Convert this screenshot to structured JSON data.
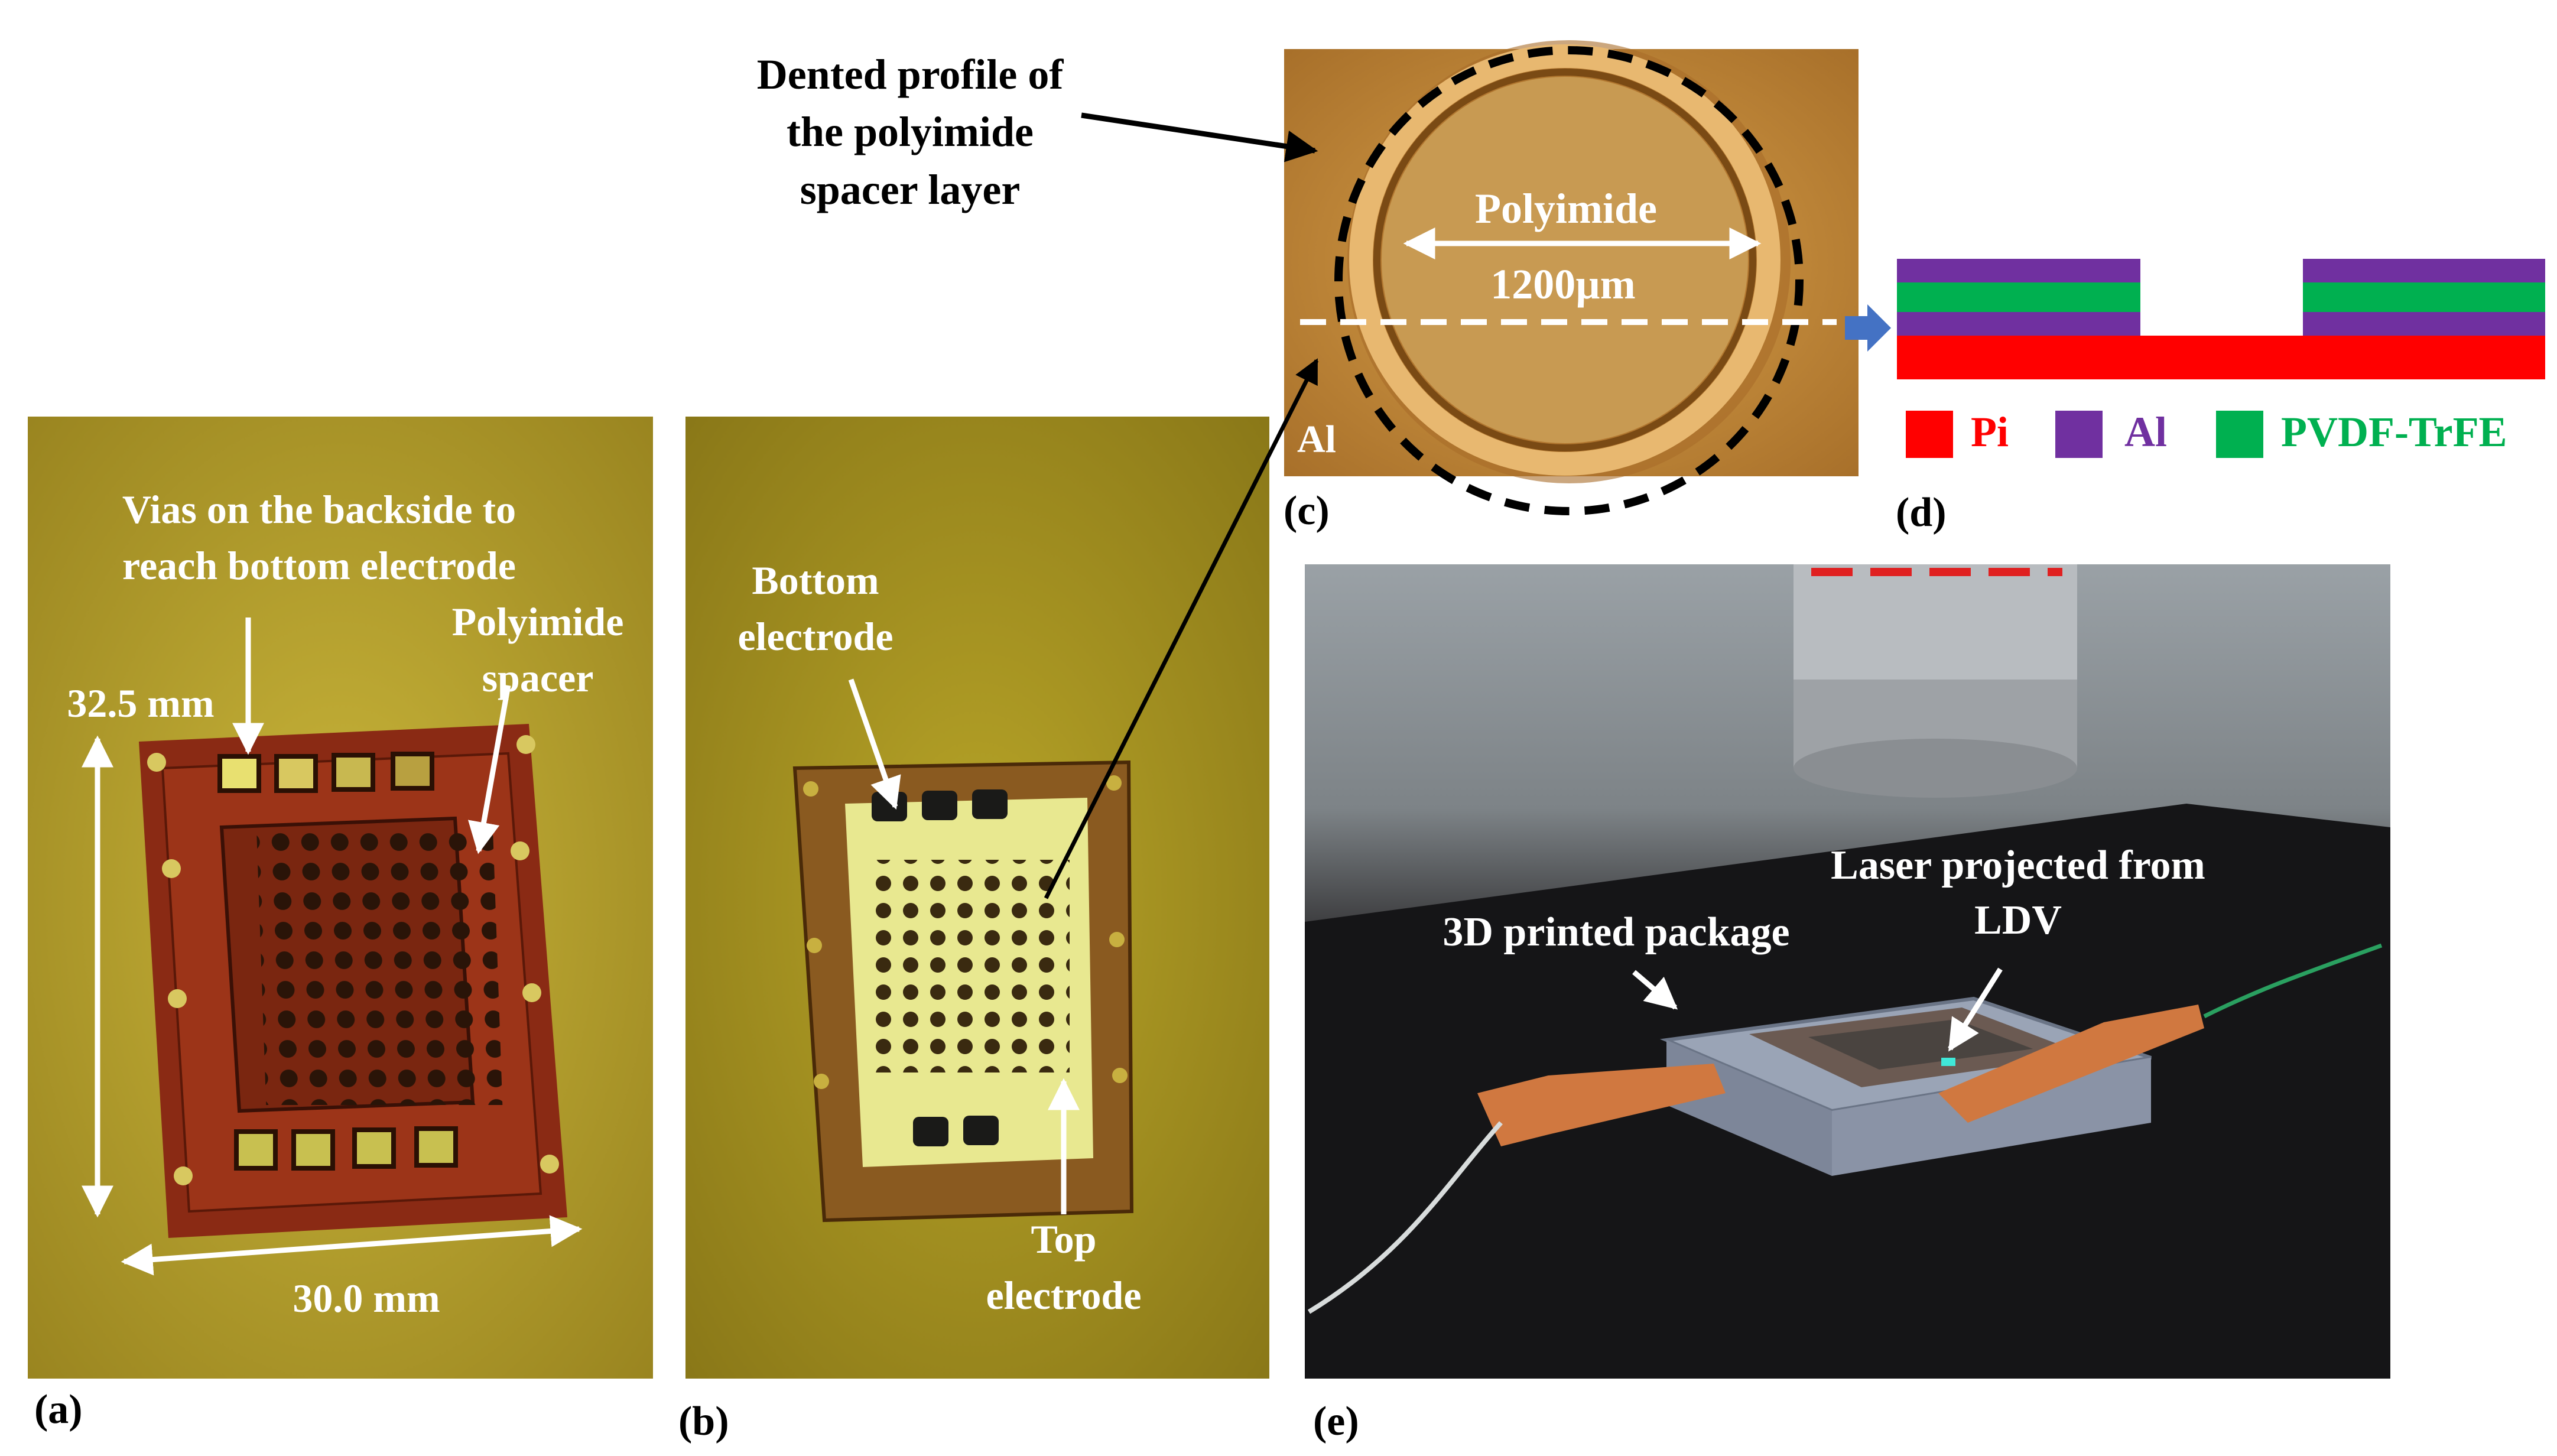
{
  "panels": {
    "a": {
      "label": "(a)",
      "vias_line1": "Vias on the backside to",
      "vias_line2": "reach bottom electrode",
      "spacer_line1": "Polyimide",
      "spacer_line2": "spacer",
      "height": "32.5 mm",
      "width": "30.0 mm"
    },
    "b": {
      "label": "(b)",
      "bottom_line1": "Bottom",
      "bottom_line2": "electrode",
      "top_line1": "Top",
      "top_line2": "electrode"
    },
    "c": {
      "label": "(c)",
      "dented_line1": "Dented profile of",
      "dented_line2": "the polyimide",
      "dented_line3": "spacer layer",
      "material": "Polyimide",
      "diameter": "1200µm",
      "al": "Al"
    },
    "d": {
      "label": "(d)",
      "legend": [
        {
          "key": "Pi",
          "color": "#ff0000"
        },
        {
          "key": "Al",
          "color": "#7030a0"
        },
        {
          "key": "PVDF-TrFE",
          "color": "#00b050"
        }
      ]
    },
    "e": {
      "label": "(e)",
      "package": "3D printed package",
      "laser_line1": "Laser projected from",
      "laser_line2": "LDV"
    }
  },
  "colors": {
    "pi": "#ff0000",
    "al": "#7030a0",
    "pvdf": "#00b050",
    "arrow_blue": "#4472c4"
  }
}
